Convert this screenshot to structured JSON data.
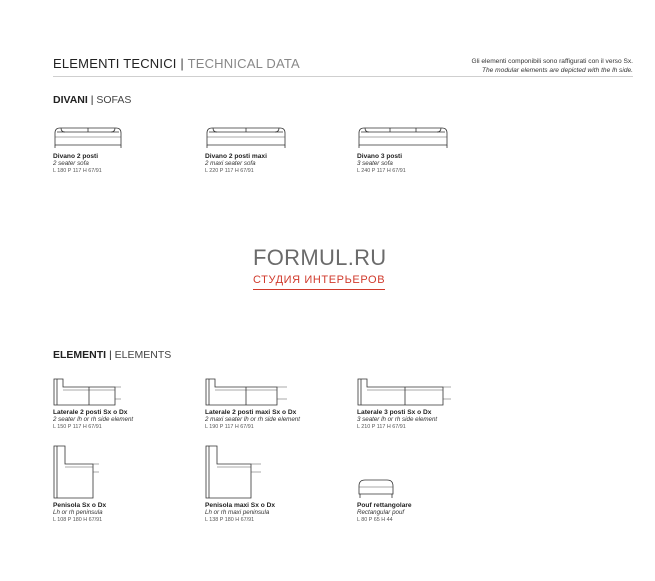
{
  "header": {
    "title_it": "ELEMENTI TECNICI",
    "separator": "|",
    "title_en": "TECHNICAL DATA",
    "note_it": "Gli elementi componibili sono raffigurati con il verso Sx.",
    "note_en": "The modular elements are depicted with the lh side."
  },
  "sofas": {
    "title_bold": "DIVANI",
    "separator": "|",
    "title_en": "SOFAS",
    "items": [
      {
        "name": "Divano 2 posti",
        "sub": "2 seater sofa",
        "dims": "L 180 P 117 H 67/91"
      },
      {
        "name": "Divano 2 posti maxi",
        "sub": "2 maxi seater sofa",
        "dims": "L 220 P 117 H 67/91"
      },
      {
        "name": "Divano 3 posti",
        "sub": "3 seater sofa",
        "dims": "L 240 P 117 H 67/91"
      }
    ]
  },
  "watermark": {
    "main": "FORMUL.RU",
    "sub": "СТУДИЯ ИНТЕРЬЕРОВ"
  },
  "elements": {
    "title_bold": "ELEMENTI",
    "separator": "|",
    "title_en": "ELEMENTS",
    "items": [
      {
        "name": "Laterale 2 posti Sx o Dx",
        "sub": "2 seater lh or rh side element",
        "dims": "L 150 P 117 H 67/91"
      },
      {
        "name": "Laterale 2 posti maxi Sx o Dx",
        "sub": "2 maxi seater lh or rh side element",
        "dims": "L 190 P 117 H 67/91"
      },
      {
        "name": "Laterale 3 posti Sx o Dx",
        "sub": "3 seater lh or rh side element",
        "dims": "L 210 P 117 H 67/91"
      },
      {
        "name": "Penisola Sx o Dx",
        "sub": "Lh or rh peninsula",
        "dims": "L 108 P 180 H 67/91"
      },
      {
        "name": "Penisola maxi Sx o Dx",
        "sub": "Lh or rh maxi peninsula",
        "dims": "L 138 P 180 H 67/91"
      },
      {
        "name": "Pouf rettangolare",
        "sub": "Rectangular pouf",
        "dims": "L 80 P 65 H 44"
      }
    ]
  },
  "colors": {
    "watermark_gray": "#6b6b6b",
    "watermark_red": "#d03a2c",
    "rule": "#cfcfcf"
  }
}
